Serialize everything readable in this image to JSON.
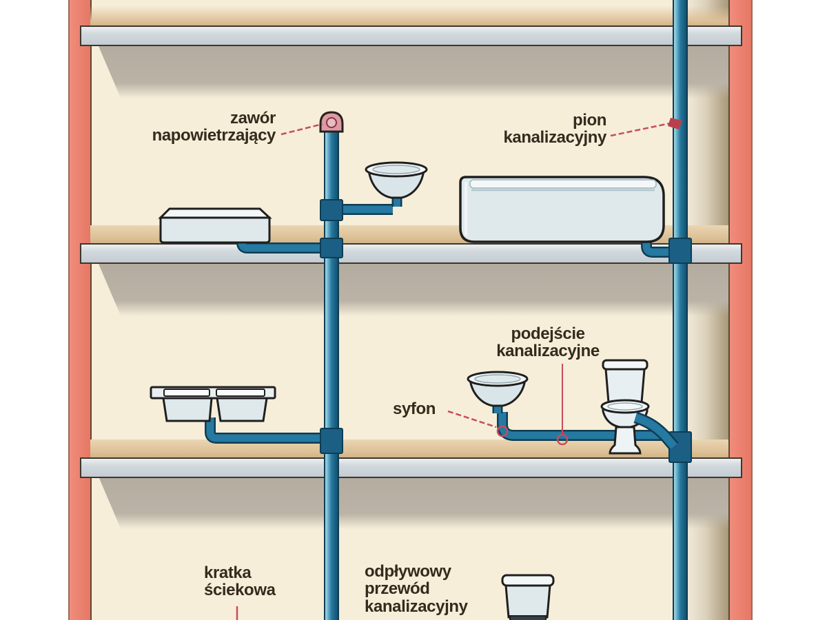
{
  "diagram": {
    "subject": "building-sanitary-sewage-installation-cross-section",
    "language": "pl"
  },
  "labels": {
    "vent_valve": {
      "line1": "zawór",
      "line2": "napowietrzający"
    },
    "stack": {
      "line1": "pion",
      "line2": "kanalizacyjny"
    },
    "branch": {
      "line1": "podejście",
      "line2": "kanalizacyjne"
    },
    "trap": {
      "text": "syfon"
    },
    "floor_drain": {
      "line1": "kratka",
      "line2": "ściekowa"
    },
    "drain_pipe": {
      "line1": "odpływowy",
      "line2": "przewód",
      "line3": "kanalizacyjny"
    }
  },
  "colors": {
    "wall_pink": "#ec8171",
    "interior_cream": "#f6eed9",
    "floor_tan": "#dcc29b",
    "slab_gray": "#d0d7dc",
    "shadow_gray": "#b7b0a3",
    "shaft_dark": "#a89878",
    "pipe_teal": "#2679a0",
    "pipe_dark": "#0e3d54",
    "pipe_highlight": "#9bd3e2",
    "fixture_fill": "#dfe9ec",
    "label_text": "#352a1d",
    "pointer_red": "#c94b5c",
    "valve_pink": "#dd9aa5"
  }
}
